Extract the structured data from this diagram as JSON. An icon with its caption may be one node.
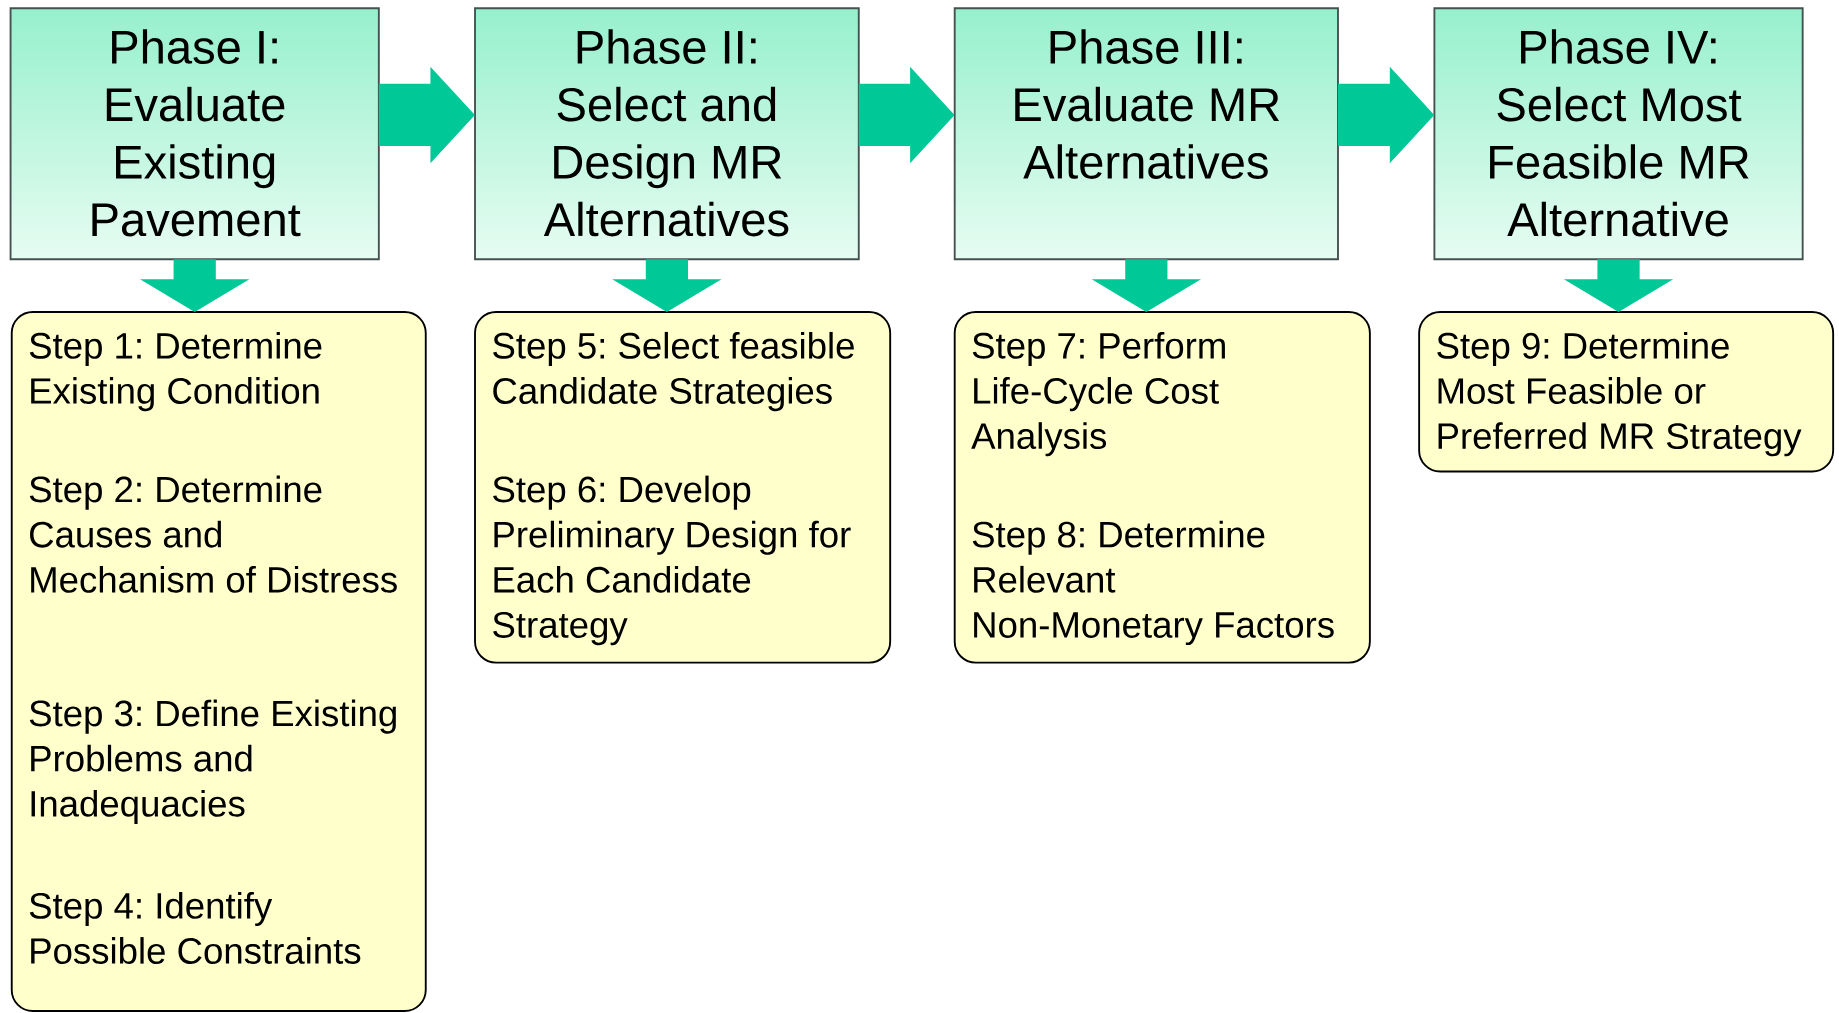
{
  "diagram": {
    "nodes": [
      {
        "text": [
          "Phase I: Evaluate Existing Pavement"
        ]
      },
      {
        "text": [
          "Phase II: Select and Design MR Alternatives"
        ]
      },
      {
        "text": [
          "Phase III: Evaluate MR Alternatives"
        ]
      },
      {
        "text": [
          "Phase IV: Select Most Feasible MR Alternative"
        ]
      },
      {
        "text": [
          "Step 1: Determine Existing Condition",
          "Step 2: Determine Causes and Mechanism of Distress",
          "Step 3: Define Existing Problems and Inadequacies",
          "Step 4: Identify Possible Constraints"
        ]
      },
      {
        "text": [
          "Step 5: Select feasible Candidate Strategies",
          "Step 6: Develop Preliminary Design for Each Candidate Strategy"
        ]
      },
      {
        "text": [
          "Step 7: Perform Life-Cycle Cost Analysis",
          "Step 8: Determine Relevant Non-Monetary Factors"
        ]
      },
      {
        "text": [
          "Step 9: Determine Most Feasible or Preferred MR Strategy"
        ]
      }
    ],
    "edges": [
      {
        "from": 0,
        "to": 1,
        "arrow": "to"
      },
      {
        "from": 1,
        "to": 2,
        "arrow": "to"
      },
      {
        "from": 2,
        "to": 3,
        "arrow": "to"
      },
      {
        "from": 0,
        "to": 4,
        "arrow": "to"
      },
      {
        "from": 1,
        "to": 5,
        "arrow": "to"
      },
      {
        "from": 2,
        "to": 6,
        "arrow": "to"
      },
      {
        "from": 3,
        "to": 7,
        "arrow": "to"
      }
    ]
  }
}
